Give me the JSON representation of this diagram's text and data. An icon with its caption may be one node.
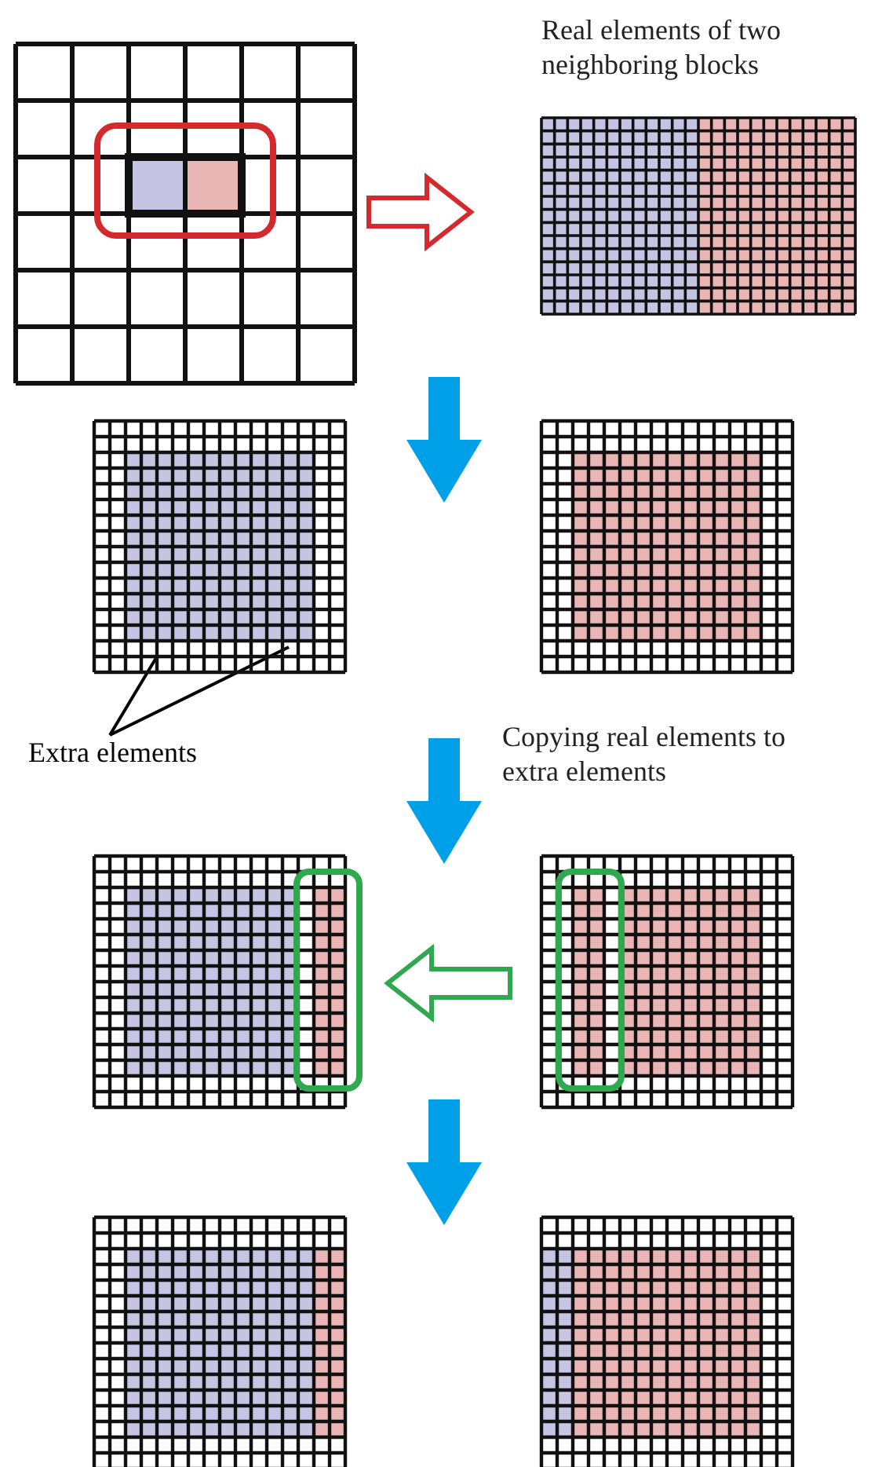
{
  "diagram": {
    "nodes": [
      {
        "text": [],
        "shape": "grid"
      },
      {
        "text": [],
        "shape": "grid",
        "beside": [
          "Real elements of two neighboring blocks"
        ]
      },
      {
        "text": [],
        "shape": "grid"
      },
      {
        "text": [],
        "shape": "grid"
      },
      {
        "text": [
          "Extra elements"
        ]
      },
      {
        "text": [],
        "shape": "grid"
      },
      {
        "text": [],
        "shape": "grid"
      },
      {
        "text": [],
        "shape": "grid"
      },
      {
        "text": [],
        "shape": "grid"
      }
    ],
    "edges": [
      {
        "from": 0,
        "to": 1,
        "arrow": "to",
        "color": "#d42a2e"
      },
      {
        "from": 0,
        "to": 2,
        "arrow": "to"
      },
      {
        "from": 0,
        "to": 3,
        "arrow": "to"
      },
      {
        "from": 4,
        "to": 2,
        "arrow": "none",
        "color": "#000000"
      },
      {
        "from": 4,
        "to": 2,
        "arrow": "none",
        "color": "#000000"
      },
      {
        "from": 2,
        "to": 5,
        "arrow": "to"
      },
      {
        "from": 3,
        "to": 6,
        "arrow": "to"
      },
      {
        "from": 6,
        "to": 5,
        "arrow": "to",
        "color": "#2fa84f"
      },
      {
        "from": 5,
        "to": 7,
        "arrow": "to"
      },
      {
        "from": 6,
        "to": 8,
        "arrow": "to"
      }
    ],
    "labels": [
      "Copying real elements to extra elements"
    ]
  }
}
